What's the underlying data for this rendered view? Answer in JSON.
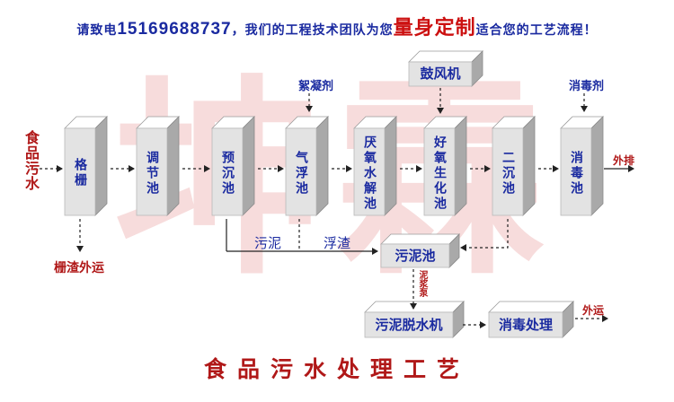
{
  "banner": {
    "prefix": "请致电",
    "phone": "15169688737",
    "middle": "，我们的工程技术团队为您",
    "highlight": "量身定制",
    "suffix": "适合您的工艺流程！"
  },
  "watermark": {
    "text": "坤霖"
  },
  "input_label": "食品污水",
  "tanks": [
    {
      "key": "screen",
      "label": "格栅"
    },
    {
      "key": "equalization",
      "label": "调节池"
    },
    {
      "key": "presettling",
      "label": "预沉池"
    },
    {
      "key": "flotation",
      "label": "气浮池"
    },
    {
      "key": "anaerobic",
      "label": "厌氧水解池"
    },
    {
      "key": "aerobic",
      "label": "好氧生化池"
    },
    {
      "key": "secondary",
      "label": "二沉池"
    },
    {
      "key": "disinfection",
      "label": "消毒池"
    }
  ],
  "boxes": {
    "blower": "鼓风机",
    "sludge_tank": "污泥池",
    "dewatering": "污泥脱水机",
    "sludge_disinfection": "消毒处理"
  },
  "labels": {
    "coagulant": "絮凝剂",
    "disinfectant": "消毒剂",
    "discharge": "外排",
    "screenings": "栅渣外运",
    "sludge": "污泥",
    "scum": "浮渣",
    "sludge_pump": "泥浆泵",
    "haul_out": "外运"
  },
  "title": "食品污水处理工艺",
  "colors": {
    "text_blue": "#1a2aa0",
    "accent_red": "#b01818",
    "highlight_red": "#cc1010",
    "watermark": "#f7dcdc",
    "box_front": "#e3e3e3",
    "box_top": "#ffffff",
    "box_side": "#a9a9a9"
  }
}
